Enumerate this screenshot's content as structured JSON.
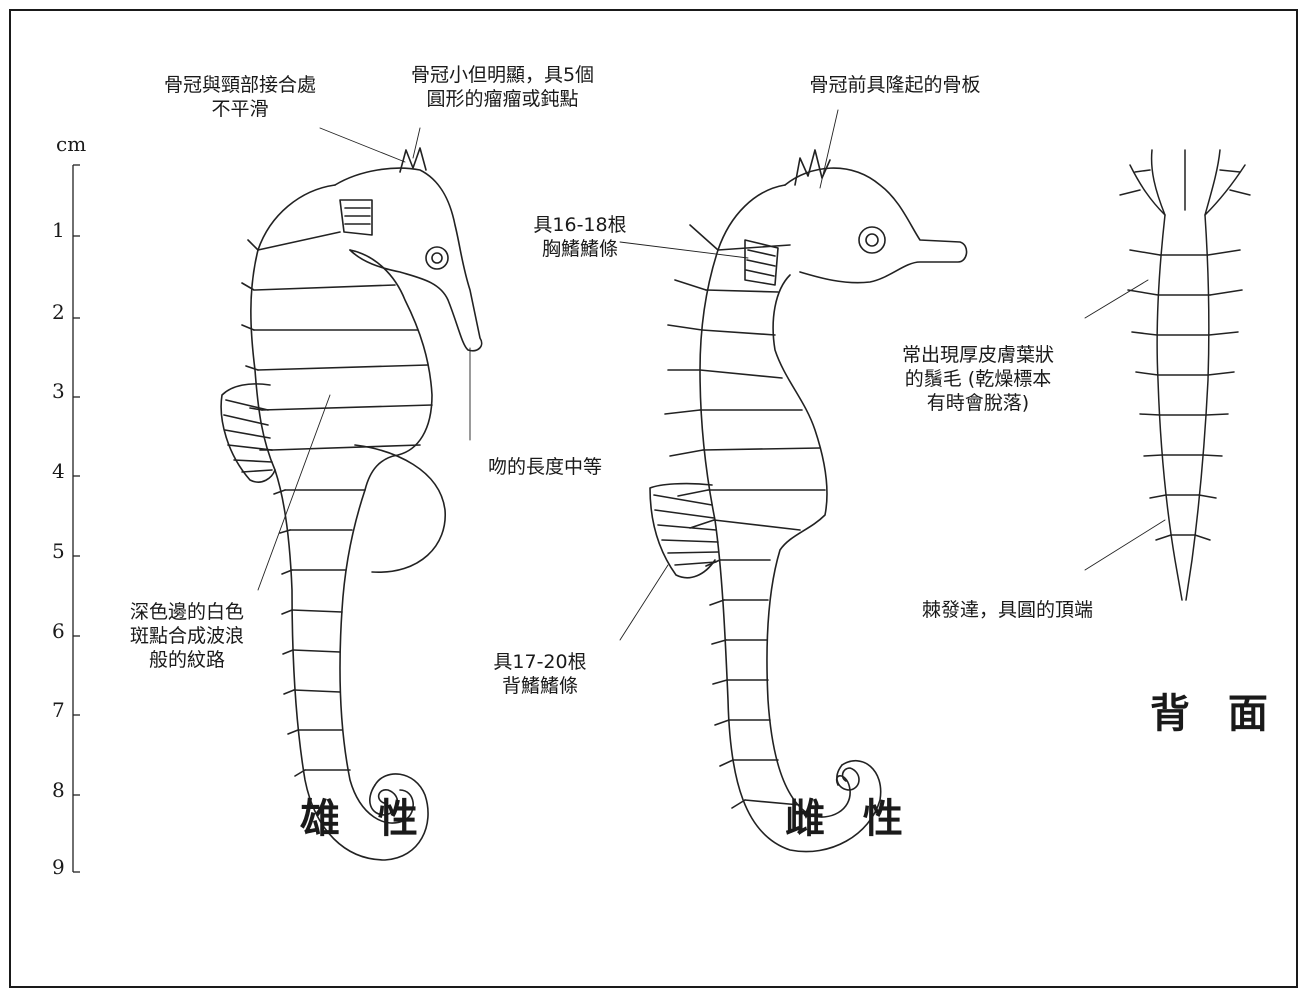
{
  "scale": {
    "unit": "cm",
    "ticks": [
      "1",
      "2",
      "3",
      "4",
      "5",
      "6",
      "7",
      "8",
      "9"
    ]
  },
  "labels": {
    "crown_joint": [
      "骨冠與頸部接合處",
      "不平滑"
    ],
    "crown_small": [
      "骨冠小但明顯，具5個",
      "圓形的瘤瘤或鈍點"
    ],
    "crown_front": "骨冠前具隆起的骨板",
    "pectoral": [
      "具16-18根",
      "胸鰭鰭條"
    ],
    "skin_flaps": [
      "常出現厚皮膚葉狀",
      "的鬚毛 (乾燥標本",
      "有時會脫落)"
    ],
    "snout": "吻的長度中等",
    "spots": [
      "深色邊的白色",
      "斑點合成波浪",
      "般的紋路"
    ],
    "dorsal": [
      "具17-20根",
      "背鰭鰭條"
    ],
    "spines": "棘發達，具圓的頂端"
  },
  "titles": {
    "male": "雄 性",
    "female": "雌 性",
    "dorsal_view": "背 面"
  }
}
